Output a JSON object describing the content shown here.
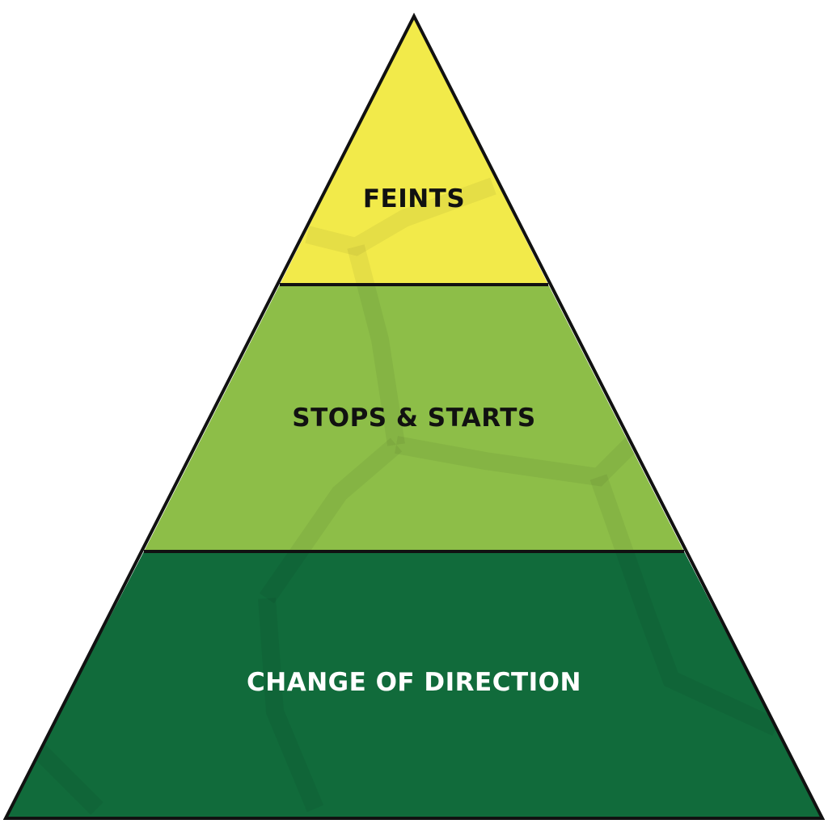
{
  "diagram": {
    "type": "pyramid",
    "tiers": [
      {
        "label": "FEINTS",
        "fill": "#f2ea4a",
        "text_color": "#111111"
      },
      {
        "label": "STOPS & STARTS",
        "fill": "#8dbe48",
        "text_color": "#111111"
      },
      {
        "label": "CHANGE OF DIRECTION",
        "fill": "#116b3b",
        "text_color": "#ffffff"
      }
    ],
    "outline_color": "#111111"
  }
}
